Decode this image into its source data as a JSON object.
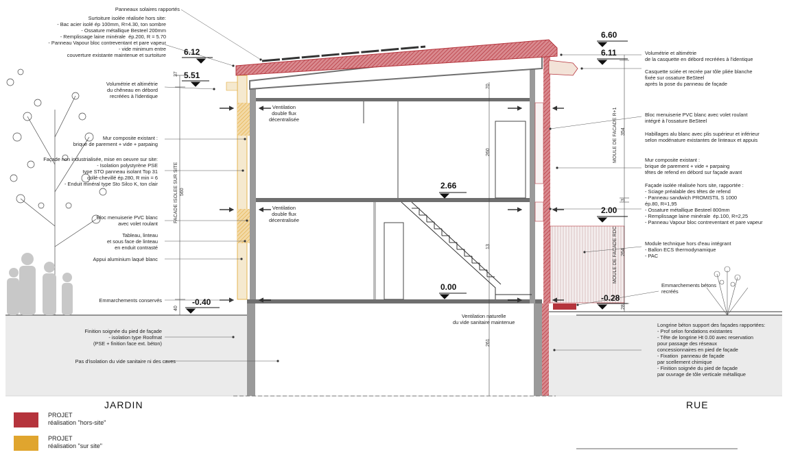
{
  "colors": {
    "hors_site": "#b5343c",
    "sur_site": "#e0a52e",
    "ground": "#ebebeb",
    "wall": "#9a9a9a",
    "slab": "#6f6f6f"
  },
  "levels": {
    "l660": "6.60",
    "l611": "6.11",
    "l612": "6.12",
    "l551": "5.51",
    "l266": "2.66",
    "l200": "2.00",
    "l000": "0.00",
    "lm040": "-0.40",
    "lm028": "-0.28"
  },
  "dims": {
    "d37": "37",
    "d70": "70",
    "d260": "260",
    "d3": "3",
    "d354": "354",
    "d264": "264",
    "d40": "40",
    "d28": "28",
    "d560": "560",
    "d261": "261",
    "d13": "13"
  },
  "vertical_labels": {
    "facade_site": "FACADE ISOLEE SUR SITE",
    "moule_r1": "MOULE DE FACADE R+1",
    "moule_rdc": "MOULE DE FACADE RDC"
  },
  "notes_left": {
    "n1": "Panneaux solaires rapportés",
    "n2": "Surtoiture isolée réalisée hors site:\n- Bac acier isolé ép 100mm, R=4.30, ton sombre\n- Ossature métallique Besteel 200mm\n- Remplissage laine minérale  ép.200, R = 5.70\n- Panneau Vapour bloc contreventant et pare vapeur\n- vide minimum entre\ncouverture existante maintenue et surtoiture",
    "n3": "Volumétrie et altimétrie\ndu chêneau en débord\nrecréées à l'identique",
    "n4": "Mur composite existant :\nbrique de parement + vide + parpaing",
    "n5": "Façade non industrialisée, mise en oeuvre sur site:\n- Isolation polystyrène PSE\ntype STO panneau isolant Top 31\ncollé-chevillé ép.280, R min = 6\n- Enduit minéral type Sto Silco K, ton clair",
    "n6": "Bloc menuiserie PVC blanc\navec volet roulant",
    "n7": "Tableau, linteau\net sous face de linteau\nen enduit contrasté",
    "n8": "Appui aluminium laqué blanc",
    "n9": "Emmarchements conservés",
    "n10": "Finition soignée du pied de façade\n- isolation type Roofmat\n(PSE + finition face ext. béton)",
    "n11": "Pas d'isolation du vide sanitaire ni des caves"
  },
  "notes_center": {
    "vent1": "Ventilation\ndouble flux\ndécentralisée",
    "vent2": "Ventilation\ndouble flux\ndécentralisée",
    "vide": "Ventilation naturelle\ndu vide sanitaire maintenue"
  },
  "notes_right": {
    "r1": "Volumétrie et altimétrie\nde la casquette en débord recréées à l'identique",
    "r2": "Casquette sciée et recrée par tôle pliée blanche\nfixée sur ossature BeSteel\naprès la pose du panneau de façade",
    "r3": "Bloc menuiserie PVC blanc avec volet roulant\nintégré à l'ossature BeSteel",
    "r4": "Habillages alu blanc avec plis supérieur et inférieur\nselon modénature existantes de linteaux et appuis",
    "r5": "Mur composite existant :\nbrique de parement + vide + parpaing\ntêtes de refend en débord sur façade avant",
    "r6": "Façade isolée réalisée hors site, rapportée :\n- Sciage préalable des têtes de refend\n- Panneau sandwich PROMISTIL S 1000\nép.80, R=1,95\n- Ossature métallique Besteel 800mm\n- Remplissage laine minérale  ép.100, R=2,25\n- Panneau Vapour bloc contreventant et pare vapeur",
    "r7": "Module technique hors d'eau intégrant\n- Ballon ECS thermodynamique\n- PAC",
    "r8": "Emmarchements bétons\nrecréés",
    "r9": "Longrine béton support des façades rapportées:\n- Prof selon fondations existantes\n- Tête de longrine Ht 0.00 avec reservation\npour passage des réseaux\nconcessionnaires en pied de façade\n- Fixation  panneau de façade\npar scellement chimique\n- Finition soignée du pied de façade\npar ouvrage de tôle verticale métallique"
  },
  "zones": {
    "jardin": "JARDIN",
    "rue": "RUE"
  },
  "legend": [
    {
      "line1": "PROJET",
      "line2": "réalisation \"hors-site\""
    },
    {
      "line1": "PROJET",
      "line2": "réalisation \"sur site\""
    }
  ]
}
